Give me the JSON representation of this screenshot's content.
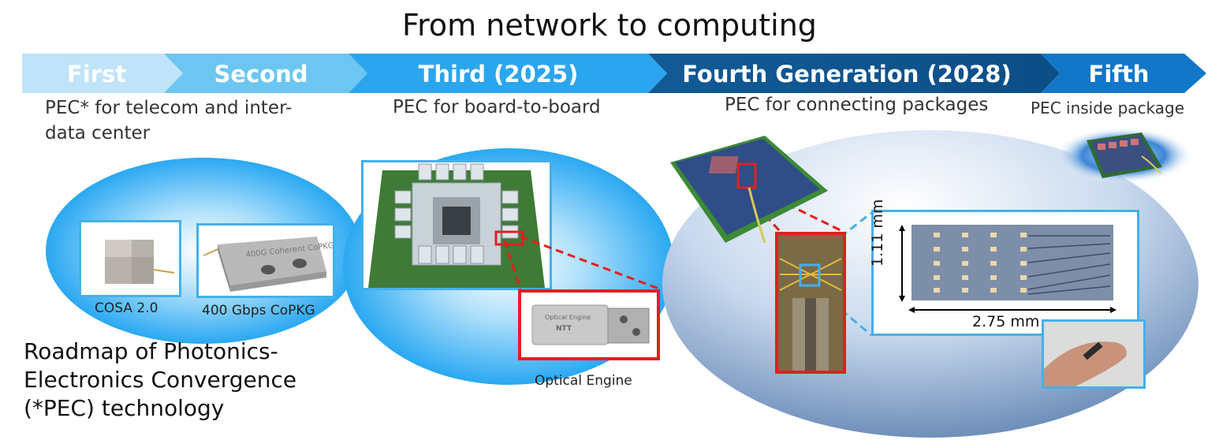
{
  "title": "From network to computing",
  "generations": [
    {
      "label": "First",
      "description": [
        "PEC* for telecom and inter-",
        "data center"
      ]
    },
    {
      "label": "Second"
    },
    {
      "label": "Third (2025)",
      "description": [
        "PEC for board-to-board"
      ]
    },
    {
      "label": "Fourth Generation (2028)",
      "description": [
        "PEC for connecting packages"
      ]
    },
    {
      "label": "Fifth",
      "description": [
        "PEC inside package"
      ]
    }
  ],
  "captions": {
    "cosa": "COSA 2.0",
    "copkg": "400 Gbps CoPKG",
    "optical_engine": "Optical Engine",
    "height_dim": "1.11 mm",
    "width_dim": "2.75 mm"
  },
  "product_text": {
    "copkg_etching": "400G Coherent CoPKG",
    "engine_etching": "Optical Engine",
    "engine_brand": "NTT"
  },
  "roadmap_note": [
    "Roadmap of Photonics-",
    "Electronics Convergence",
    "(*PEC) technology"
  ],
  "colors": {
    "first": "#bfe3f8",
    "second": "#6cc6f1",
    "third": "#2ba6ee",
    "fourth": "#0f5e9e",
    "fifth": "#1276c9",
    "highlight_frame": "#45b0ea",
    "callout_red": "#e02020"
  }
}
